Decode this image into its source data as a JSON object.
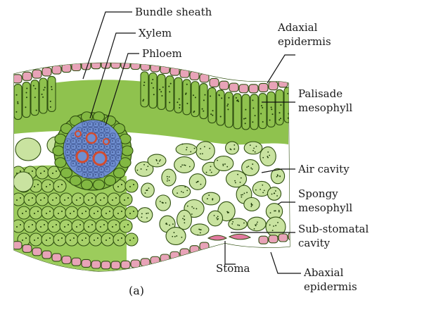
{
  "labels": {
    "bundle_sheath": "Bundle sheath",
    "xylem": "Xylem",
    "phloem": "Phloem",
    "adaxial_epidermis": [
      "Adaxial",
      "epidermis"
    ],
    "palisade_mesophyll": [
      "Palisade",
      "mesophyll"
    ],
    "air_cavity": "Air cavity",
    "spongy_mesophyll": [
      "Spongy",
      "mesophyll"
    ],
    "sub_stomatal_cavity": [
      "Sub-stomatal",
      "cavity"
    ],
    "stoma": "Stoma",
    "abaxial_epidermis": [
      "Abaxial",
      "epidermis"
    ]
  },
  "caption": "(a)",
  "colors": {
    "epidermis": "#e8a3b8",
    "palisade": "#8fc24e",
    "mesophyll": "#a8d16a",
    "spongy": "#c9e3a0",
    "phloem": "#6f8fd0",
    "xylem": "#d24b2e",
    "sheath": "#82b842",
    "outline": "#2f4f10",
    "stoma_pink": "#e27aa0"
  }
}
